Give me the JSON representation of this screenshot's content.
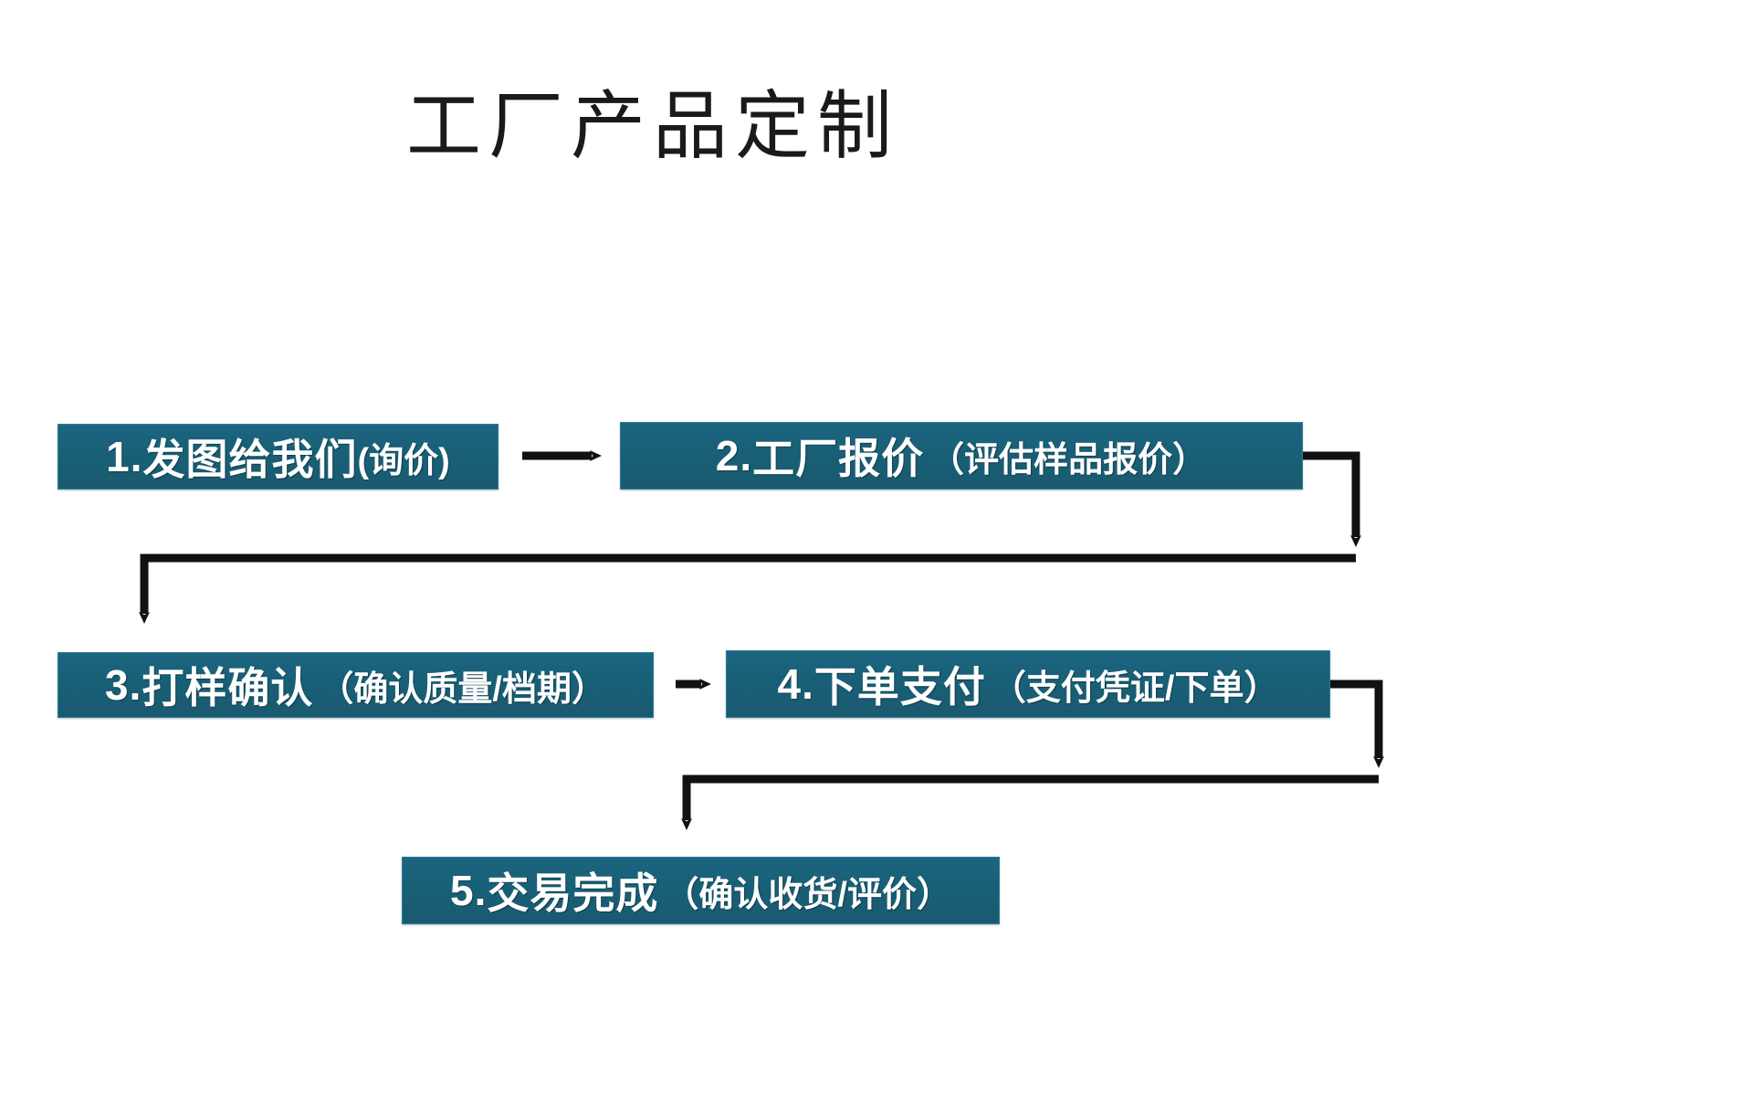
{
  "page": {
    "background_color": "#ffffff",
    "accent_color": "#1a5c73",
    "line_color": "#111111",
    "text_color_on_accent": "#ffffff",
    "title_color": "#1a1a1a"
  },
  "title": "工厂产品定制",
  "flowchart": {
    "type": "process-flow",
    "orientation": "serpentine",
    "step_count": 5,
    "steps": [
      {
        "id": 1,
        "number": "1.",
        "main": "发图给我们",
        "note": "(询价)",
        "full_text": "1.发图给我们(询价)",
        "row": 1,
        "column": 1
      },
      {
        "id": 2,
        "number": "2.",
        "main": "工厂报价",
        "note": "（评估样品报价）",
        "full_text": "2.工厂报价（评估样品报价）",
        "row": 1,
        "column": 2
      },
      {
        "id": 3,
        "number": "3.",
        "main": "打样确认",
        "note": "（确认质量/档期）",
        "full_text": "3.打样确认（确认质量/档期）",
        "row": 2,
        "column": 1
      },
      {
        "id": 4,
        "number": "4.",
        "main": "下单支付",
        "note": "（支付凭证/下单）",
        "full_text": "4.下单支付（支付凭证/下单）",
        "row": 2,
        "column": 2
      },
      {
        "id": 5,
        "number": "5.",
        "main": "交易完成",
        "note": "（确认收货/评价）",
        "full_text": "5.交易完成（确认收货/评价）",
        "row": 3,
        "column": 1
      }
    ],
    "connectors": [
      {
        "from": 1,
        "to": 2,
        "style": "straight-arrow-right"
      },
      {
        "from": 2,
        "to": 3,
        "style": "elbow-down-left-down"
      },
      {
        "from": 3,
        "to": 4,
        "style": "straight-arrow-right"
      },
      {
        "from": 4,
        "to": 5,
        "style": "elbow-down-left-down"
      }
    ]
  }
}
